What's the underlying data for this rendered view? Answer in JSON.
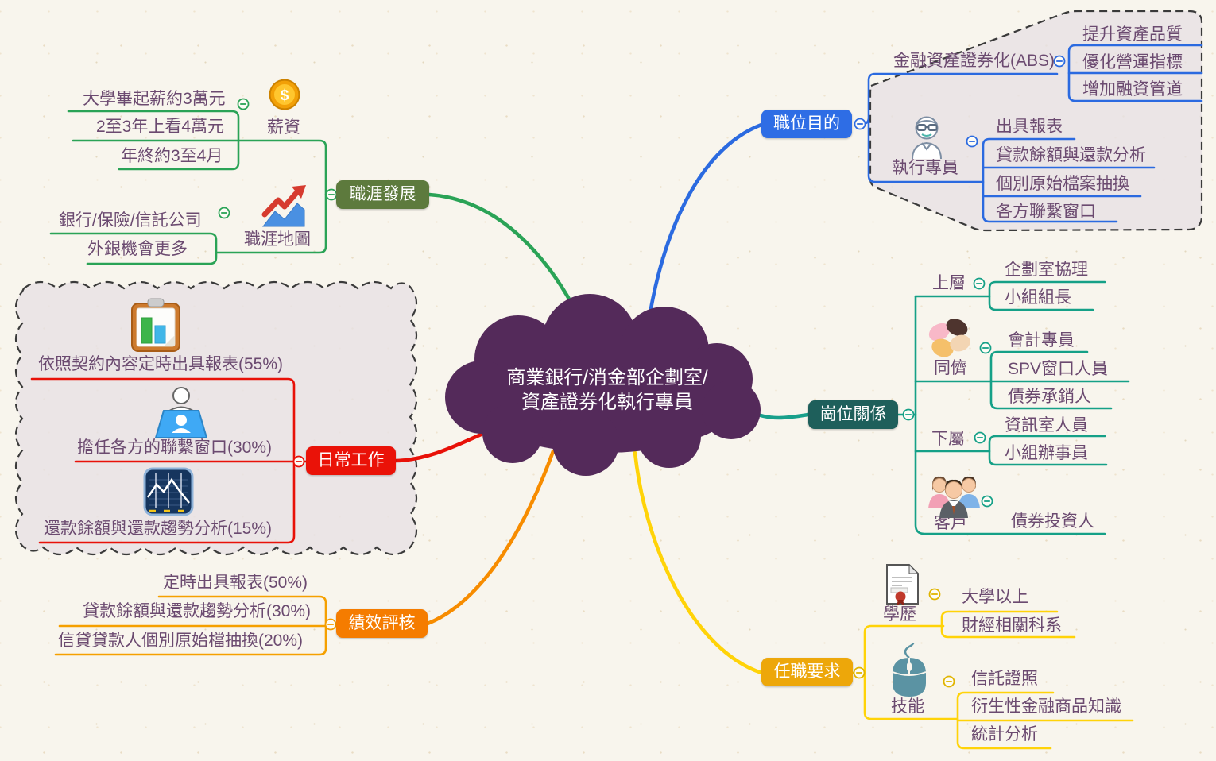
{
  "central": {
    "line1": "商業銀行/消金部企劃室/",
    "line2": "資產證券化執行專員",
    "color": "#542a5a"
  },
  "icons": {
    "coin_symbol": "$"
  },
  "branches": {
    "career": {
      "label": "職涯發展",
      "color": "#5d7a3d",
      "line_color": "#2aa356",
      "salary": {
        "label": "薪資",
        "icon": "coin-icon",
        "children": [
          "大學畢起薪約3萬元",
          "2至3年上看4萬元",
          "年終約3至4月"
        ]
      },
      "career_map": {
        "label": "職涯地圖",
        "icon": "growth-chart-icon",
        "children": [
          "銀行/保險/信託公司",
          "外銀機會更多"
        ]
      }
    },
    "purpose": {
      "label": "職位目的",
      "color": "#2e6de5",
      "line_color": "#2b6ae0",
      "abs": {
        "label": "金融資產證券化(ABS)",
        "children": [
          "提升資產品質",
          "優化營運指標",
          "增加融資管道"
        ]
      },
      "specialist": {
        "label": "執行專員",
        "icon": "analyst-icon",
        "children": [
          "出具報表",
          "貸款餘額與還款分析",
          "個別原始檔案抽換",
          "各方聯繫窗口"
        ]
      }
    },
    "relations": {
      "label": "崗位關係",
      "color": "#1e5f5b",
      "line_color": "#15a087",
      "upper": {
        "label": "上層",
        "children": [
          "企劃室協理",
          "小組組長"
        ]
      },
      "peers": {
        "label": "同儕",
        "icon": "hands-icon",
        "children": [
          "會計專員",
          "SPV窗口人員",
          "債券承銷人"
        ]
      },
      "subordinates": {
        "label": "下屬",
        "children": [
          "資訊室人員",
          "小組辦事員"
        ]
      },
      "customers": {
        "label": "客戶",
        "icon": "people-icon",
        "children": [
          "債券投資人"
        ]
      }
    },
    "requirements": {
      "label": "任職要求",
      "color": "#eda70a",
      "line_color": "#ffd308",
      "education": {
        "label": "學歷",
        "icon": "certificate-icon",
        "children": [
          "大學以上",
          "財經相關科系"
        ]
      },
      "skills": {
        "label": "技能",
        "icon": "mouse-icon",
        "children": [
          "信託證照",
          "衍生性金融商品知識",
          "統計分析"
        ]
      }
    },
    "performance": {
      "label": "績效評核",
      "color": "#f57c00",
      "line_color": "#f5a000",
      "children": [
        "定時出具報表(50%)",
        "貸款餘額與還款趨勢分析(30%)",
        "信貸貸款人個別原始檔抽換(20%)"
      ]
    },
    "daily": {
      "label": "日常工作",
      "color": "#ea1208",
      "line_color": "#e81108",
      "children": [
        "依照契約內容定時出具報表(55%)",
        "擔任各方的聯繫窗口(30%)",
        "還款餘額與還款趨勢分析(15%)"
      ]
    }
  }
}
